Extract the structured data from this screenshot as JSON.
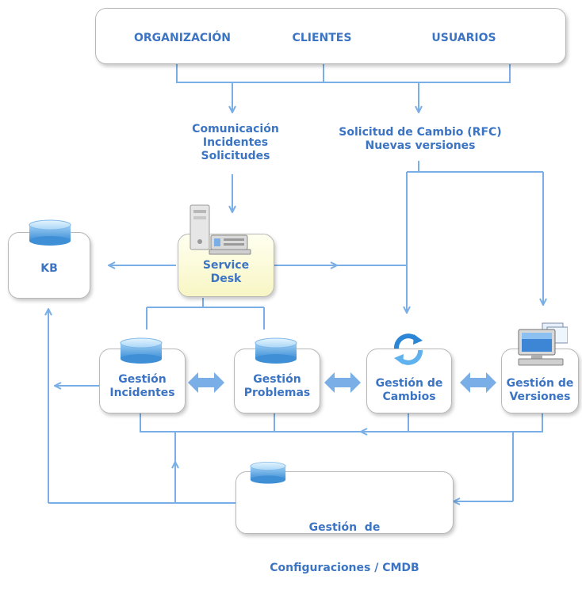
{
  "top_box": {
    "items": [
      "ORGANIZACIÓN",
      "CLIENTES",
      "USUARIOS"
    ]
  },
  "channels": {
    "left": [
      "Comunicación",
      "Incidentes",
      "Solicitudes"
    ],
    "right": [
      "Solicitud de Cambio (RFC)",
      "Nuevas versiones"
    ]
  },
  "nodes": {
    "kb": "KB",
    "service_desk": [
      "Service",
      "Desk"
    ],
    "incidentes": [
      "Gestión",
      "Incidentes"
    ],
    "problemas": [
      "Gestión",
      "Problemas"
    ],
    "cambios": [
      "Gestión de",
      "Cambios"
    ],
    "versiones": [
      "Gestión de",
      "Versiones"
    ],
    "configuraciones": [
      "Gestión  de",
      "Configuraciones / CMDB"
    ]
  },
  "colors": {
    "text": "#3c74c4",
    "line": "#7aaee6",
    "box_border": "#b8b8b8",
    "service_desk_fill": "#f8f6c4"
  },
  "icons": [
    "database-icon",
    "computer-icon",
    "refresh-icon",
    "monitor-icon",
    "double-arrow-icon"
  ]
}
